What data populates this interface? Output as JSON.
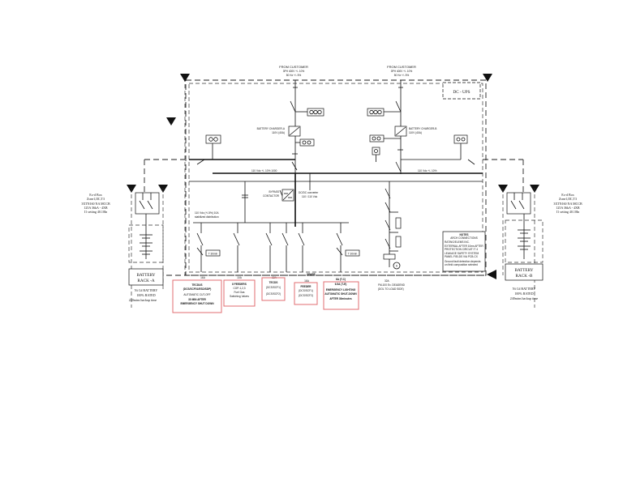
{
  "diagram": {
    "title": "DC - UPS",
    "incoming_feeds": [
      {
        "label": "FROM CUSTOMER",
        "spec1": "3PH 400V +/- 10%",
        "spec2": "50 Hz +/- 5%"
      },
      {
        "label": "FROM CUSTOMER",
        "spec1": "3PH 400V +/- 10%",
        "spec2": "50 Hz +/- 5%"
      }
    ],
    "chargers": [
      {
        "label": "BATTERY CHARGER-A",
        "spec": "110V (40A)"
      },
      {
        "label": "BATTERY CHARGER-B",
        "spec": "110V (40A)"
      }
    ],
    "buses": {
      "dc_bus_left": "110 Vdc +/- 10% 1000",
      "dc_bus_right": "110 Vdc +/- 10%",
      "stabilized": "110 Vdc (+/-5%) 10A",
      "stabilized_sub": "stabilized distribution"
    },
    "bypass": {
      "label1": "BYPASS",
      "label2": "CONTACTOR"
    },
    "converter": {
      "label": "DC/DC converter",
      "spec": "110 / 110 Vdc"
    },
    "timers": [
      {
        "label": "T 30min"
      },
      {
        "label": "T 30min"
      }
    ],
    "battery_breakers": [
      {
        "line1": "Ex-d Box",
        "line2": "Zone1,IIC,T3",
        "line3": "3XTN160 NA MCCB",
        "line4": "125A 36kA - 4XB",
        "line5": "I1 setting 40.10In"
      },
      {
        "line1": "Ex-d Box",
        "line2": "Zone1,IIC,T3",
        "line3": "3XTN160 NA MCCB",
        "line4": "125A 36kA - 4XB",
        "line5": "I1 setting 40.10In"
      }
    ],
    "battery_racks": [
      {
        "name": "BATTERY",
        "sub": "RACK -A",
        "cap": "Ni Cd BATTERY",
        "rated": "100% RATED",
        "backup": "240mins backup time"
      },
      {
        "name": "BATTERY",
        "sub": "RACK -B",
        "cap": "Ni Cd BATTERY",
        "rated": "100% RATED",
        "backup": "240mins backup time"
      }
    ],
    "outgoing_loads": [
      {
        "rating": "16A",
        "title": "TECDUS",
        "sub": "(DCS/SCF01/ESD/SDP)",
        "line3": "AUTOMATIC CUT-OFF",
        "line4": "30 MIN AFTER",
        "line5": "EMERGENCY SHUT DOWN"
      },
      {
        "rating": "10A",
        "title": "8 FEEDERS",
        "sub": "COP-1,2,3",
        "line3": "Fuel Gas",
        "line4": "Switching Valves"
      },
      {
        "rating": "32A",
        "title": "TECDS",
        "sub": "(DCS/SCF1)",
        "line3": "(DCS/SCF2)"
      },
      {
        "rating": "16A",
        "title": "FEEDER",
        "sub": "(DCS/SCF1)",
        "line3": "(DCS/SCF2)"
      },
      {
        "rating": "6A (T-C)",
        "title": "6.5A (T-E)",
        "sub": "EMERGENCY LIGHTING",
        "line3": "AUTOMATIC SHUT-DOWN",
        "line4": "AFTER 30minutes"
      }
    ],
    "spare_label": "SPARE",
    "right_feeder": {
      "rating": "32A",
      "line1": "FM-100 Ex. DEADEND",
      "line2": "(DOL TO LOAD SIDE)"
    },
    "notes": {
      "title": "NOTES",
      "line1": "ARCH CONNECTIONS",
      "line2": "RATING/ELEMS INC.",
      "line3": "EXTERNAL AFTER 10ms AFTER",
      "line4": "PROTECTION CIRCUIT IT 4",
      "line5": "LEAKAGE SAFETY SYSTEM",
      "line6": "PANEL FIELDS VIA PCB-CX",
      "line7": "Ground fault detection depends",
      "line8": "on field composition selected"
    },
    "meter_label": "A"
  }
}
